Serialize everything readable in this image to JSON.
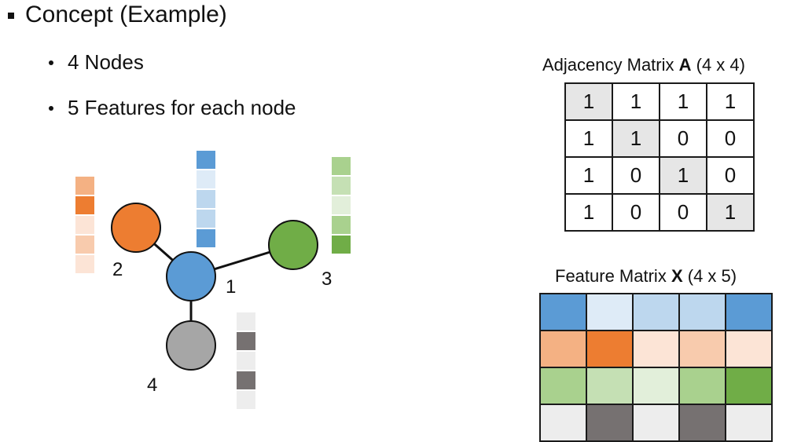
{
  "heading": "Concept (Example)",
  "bullets": [
    "4 Nodes",
    "5 Features for each node"
  ],
  "adjacency": {
    "caption_prefix": "Adjacency Matrix ",
    "caption_bold": "A",
    "caption_suffix": " (4 x 4)",
    "rows": [
      [
        "1",
        "1",
        "1",
        "1"
      ],
      [
        "1",
        "1",
        "0",
        "0"
      ],
      [
        "1",
        "0",
        "1",
        "0"
      ],
      [
        "1",
        "0",
        "0",
        "1"
      ]
    ]
  },
  "feature": {
    "caption_prefix": "Feature Matrix ",
    "caption_bold": "X",
    "caption_suffix": " (4 x 5)",
    "rows": [
      [
        "#5b9bd5",
        "#deebf7",
        "#bdd7ee",
        "#bdd7ee",
        "#5b9bd5"
      ],
      [
        "#f4b183",
        "#ed7d31",
        "#fce4d6",
        "#f8cbad",
        "#fce4d6"
      ],
      [
        "#a9d18e",
        "#c5e0b4",
        "#e2efda",
        "#a9d18e",
        "#70ad47"
      ],
      [
        "#ededed",
        "#767171",
        "#ededed",
        "#767171",
        "#ededed"
      ]
    ]
  },
  "nodes": [
    {
      "label": "1",
      "color": "#5b9bd5"
    },
    {
      "label": "2",
      "color": "#ed7d31"
    },
    {
      "label": "3",
      "color": "#70ad47"
    },
    {
      "label": "4",
      "color": "#a6a6a6"
    }
  ]
}
